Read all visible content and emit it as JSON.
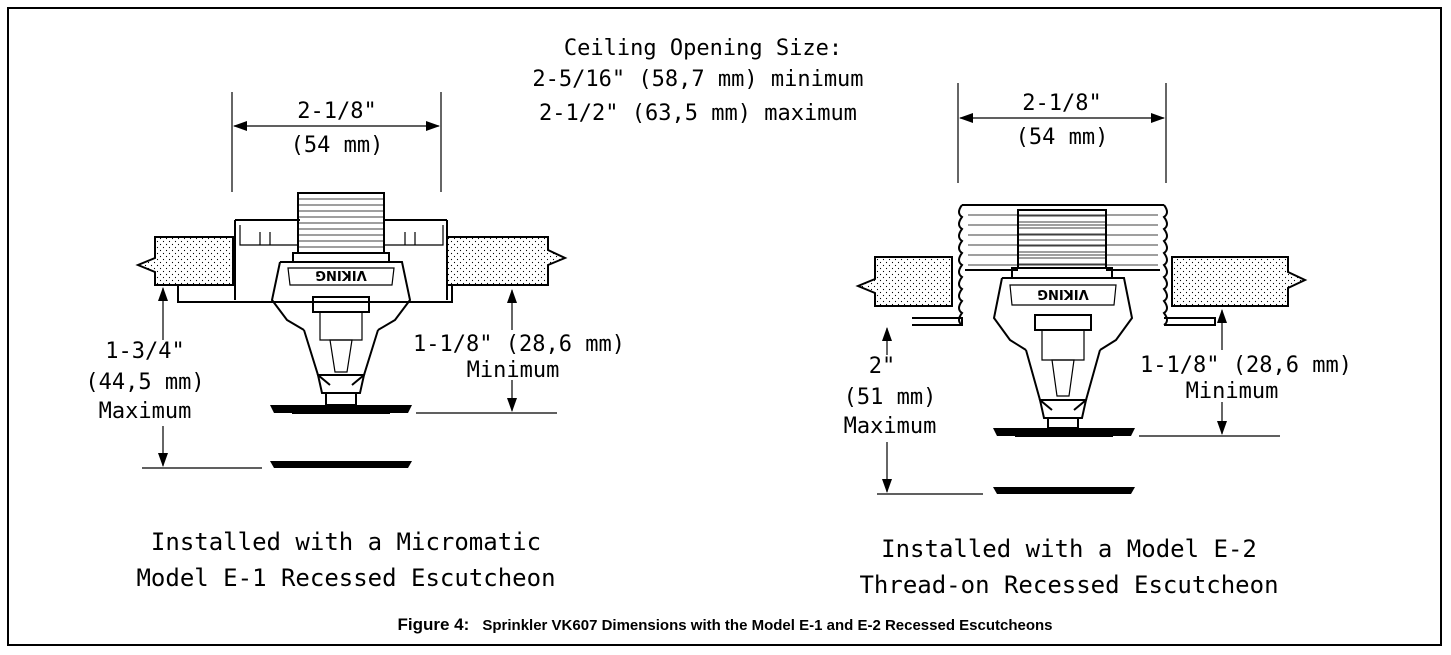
{
  "ceiling_opening": {
    "title": "Ceiling Opening Size:",
    "min": "2-5/16\" (58,7 mm) minimum",
    "max": "2-1/2\" (63,5 mm) maximum"
  },
  "left_view": {
    "width_in": "2-1/8\"",
    "width_mm": "(54 mm)",
    "max_depth_in": "1-3/4\"",
    "max_depth_mm": "(44,5 mm)",
    "max_label": "Maximum",
    "min_depth": "1-1/8\" (28,6 mm)",
    "min_label": "Minimum",
    "caption_line1": "Installed with a Micromatic",
    "caption_line2": "Model E-1 Recessed Escutcheon",
    "brand": "VIKING"
  },
  "right_view": {
    "width_in": "2-1/8\"",
    "width_mm": "(54 mm)",
    "max_depth_in": "2\"",
    "max_depth_mm": "(51 mm)",
    "max_label": "Maximum",
    "min_depth": "1-1/8\" (28,6 mm)",
    "min_label": "Minimum",
    "caption_line1": "Installed with a Model E-2",
    "caption_line2": "Thread-on Recessed Escutcheon",
    "brand": "VIKING"
  },
  "figure_caption": {
    "label": "Figure 4:",
    "text": "Sprinkler VK607 Dimensions with the Model E-1 and E-2 Recessed Escutcheons"
  }
}
